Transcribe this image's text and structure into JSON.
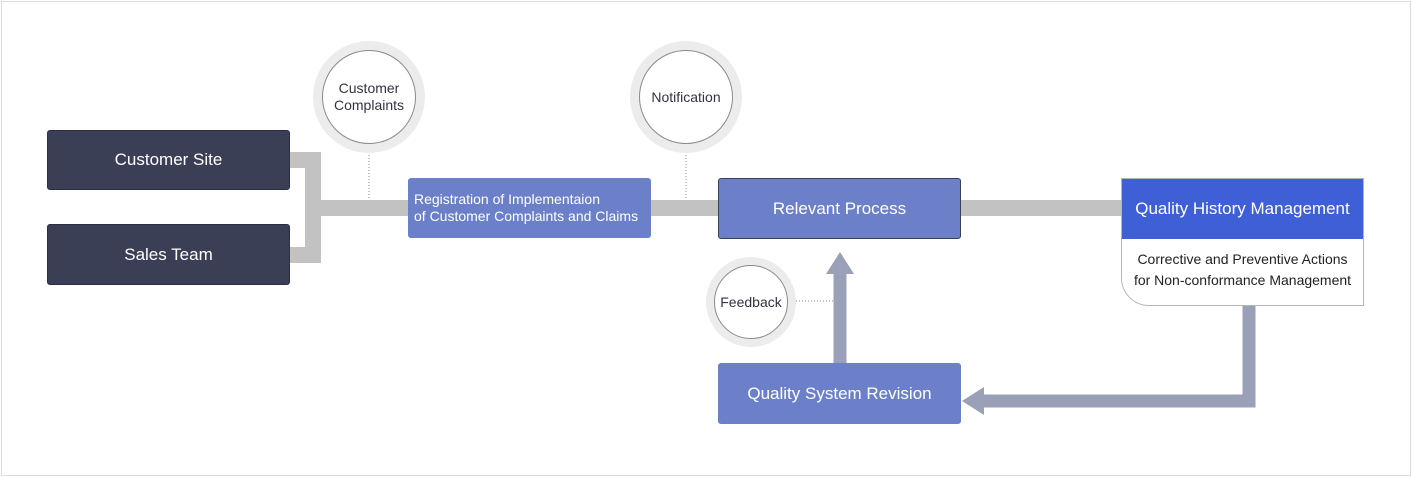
{
  "nodes": {
    "customer_site": "Customer Site",
    "sales_team": "Sales Team",
    "registration_line1": "Registration of Implementaion",
    "registration_line2": "of Customer Complaints and Claims",
    "relevant_process": "Relevant Process",
    "quality_history_title": "Quality History Management",
    "quality_history_line1": "Corrective and Preventive Actions",
    "quality_history_line2": "for Non-conformance Management",
    "quality_system_revision": "Quality System Revision"
  },
  "bubbles": {
    "complaints_line1": "Customer",
    "complaints_line2": "Complaints",
    "notification": "Notification",
    "feedback": "Feedback"
  },
  "colors": {
    "dark_box": "#3a3f55",
    "blue_box": "#6b80c8",
    "header_blue": "#3e5fd6",
    "connector": "#c2c2c2",
    "arrow": "#9aa0b8"
  }
}
